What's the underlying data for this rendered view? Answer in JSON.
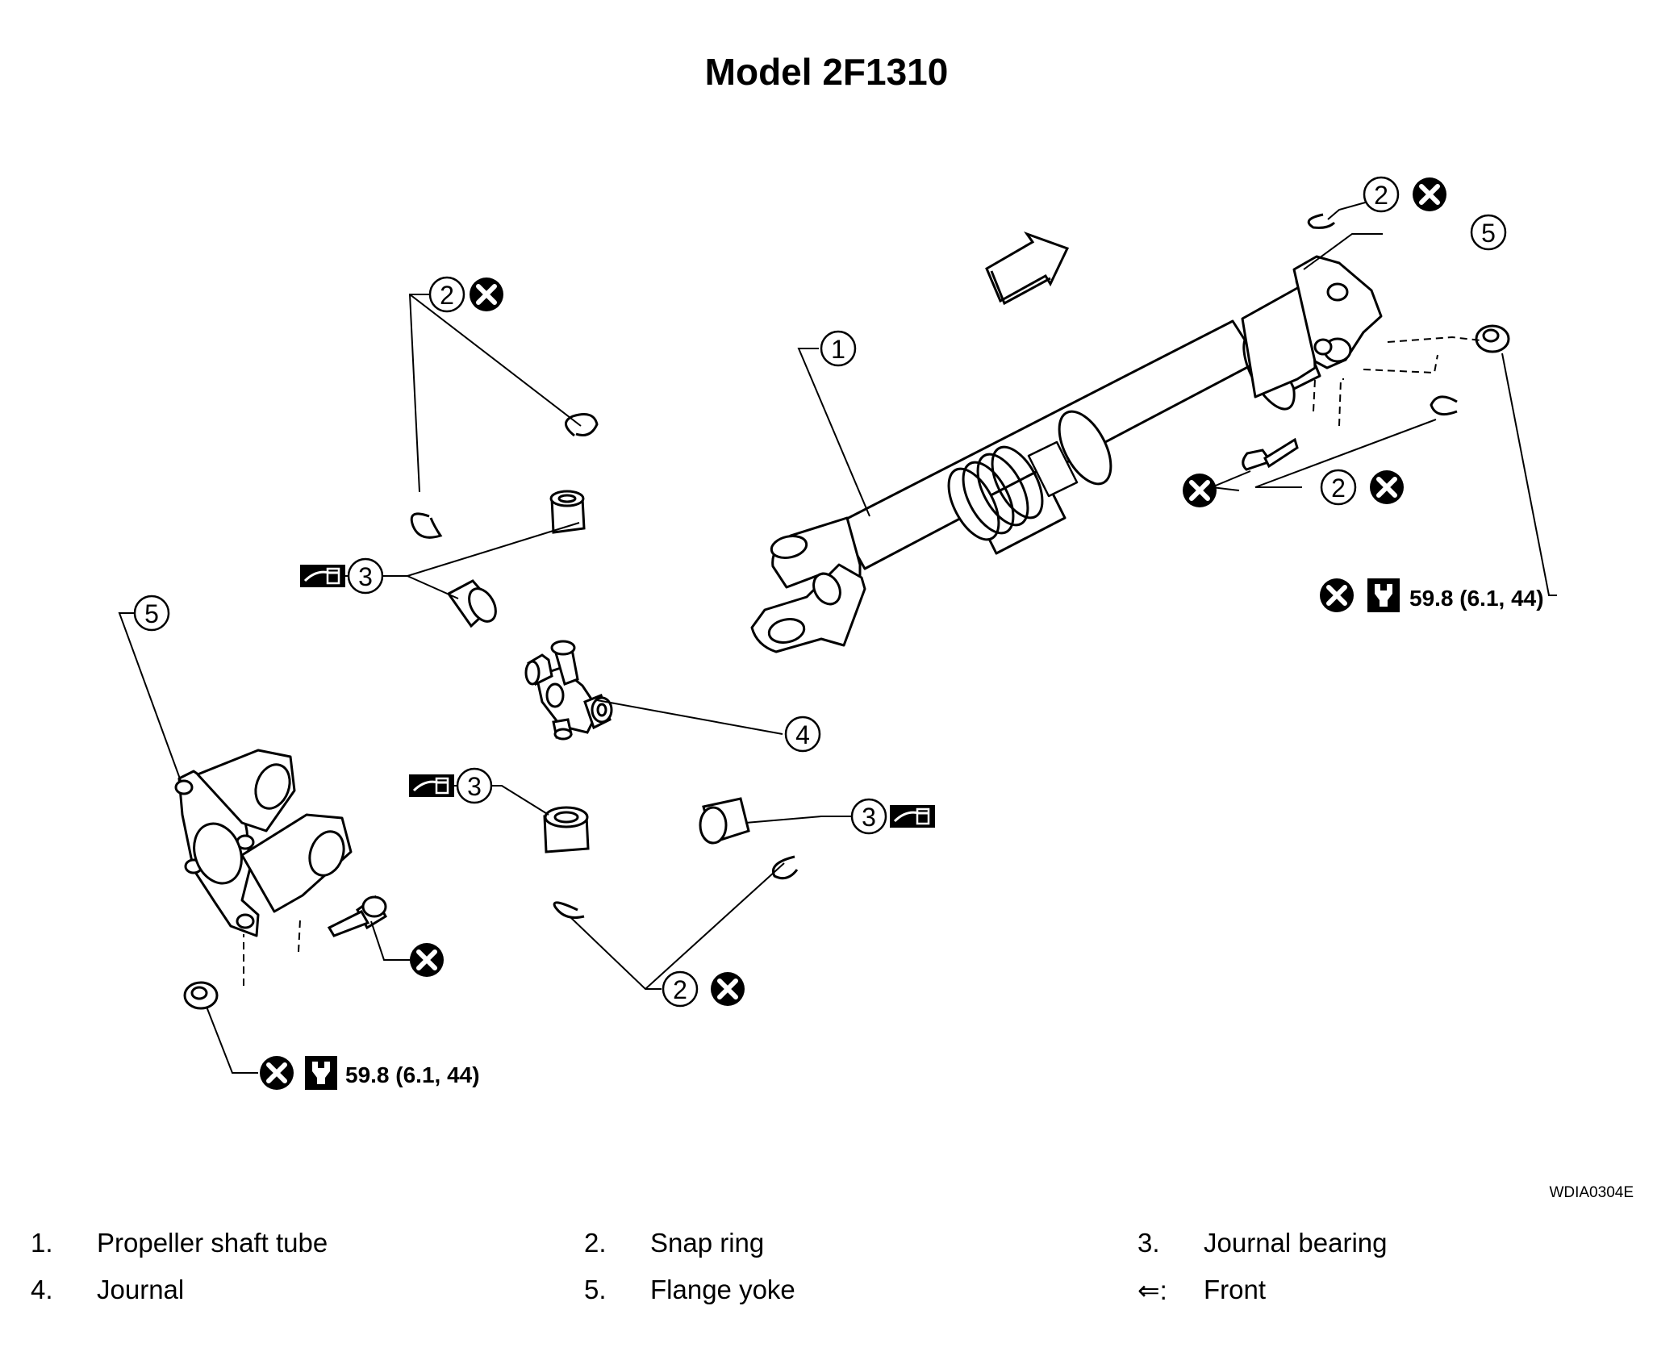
{
  "title": "Model 2F1310",
  "figure_code": "WDIA0304E",
  "callouts": {
    "n1": "1",
    "n2": "2",
    "n3": "3",
    "n4": "4",
    "n5": "5"
  },
  "torque_spec": "59.8 (6.1, 44)",
  "legend": [
    {
      "num": "1.",
      "label": "Propeller shaft tube"
    },
    {
      "num": "2.",
      "label": "Snap ring"
    },
    {
      "num": "3.",
      "label": "Journal bearing"
    },
    {
      "num": "4.",
      "label": "Journal"
    },
    {
      "num": "5.",
      "label": "Flange yoke"
    },
    {
      "num": "⇐:",
      "label": "Front"
    }
  ],
  "icons": [
    "do-not-reuse-icon",
    "torque-wrench-icon",
    "grease-icon",
    "front-arrow-icon"
  ]
}
